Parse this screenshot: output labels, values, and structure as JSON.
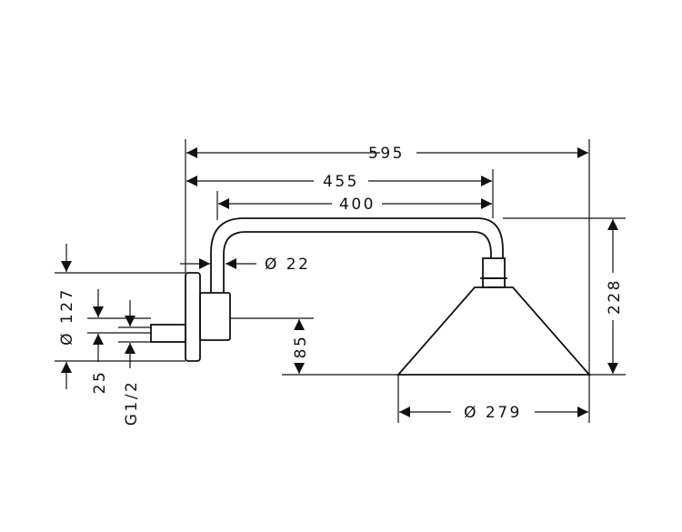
{
  "dimensions": {
    "overall_length": "595",
    "arm_length": "455",
    "arm_span": "400",
    "pipe_diameter": "Ø 22",
    "flange_diameter": "Ø 127",
    "inlet_offset": "25",
    "thread": "G1/2",
    "inlet_to_head": "85",
    "total_height": "228",
    "head_diameter": "Ø 279"
  },
  "colors": {
    "line": "#111111",
    "background": "#ffffff"
  }
}
